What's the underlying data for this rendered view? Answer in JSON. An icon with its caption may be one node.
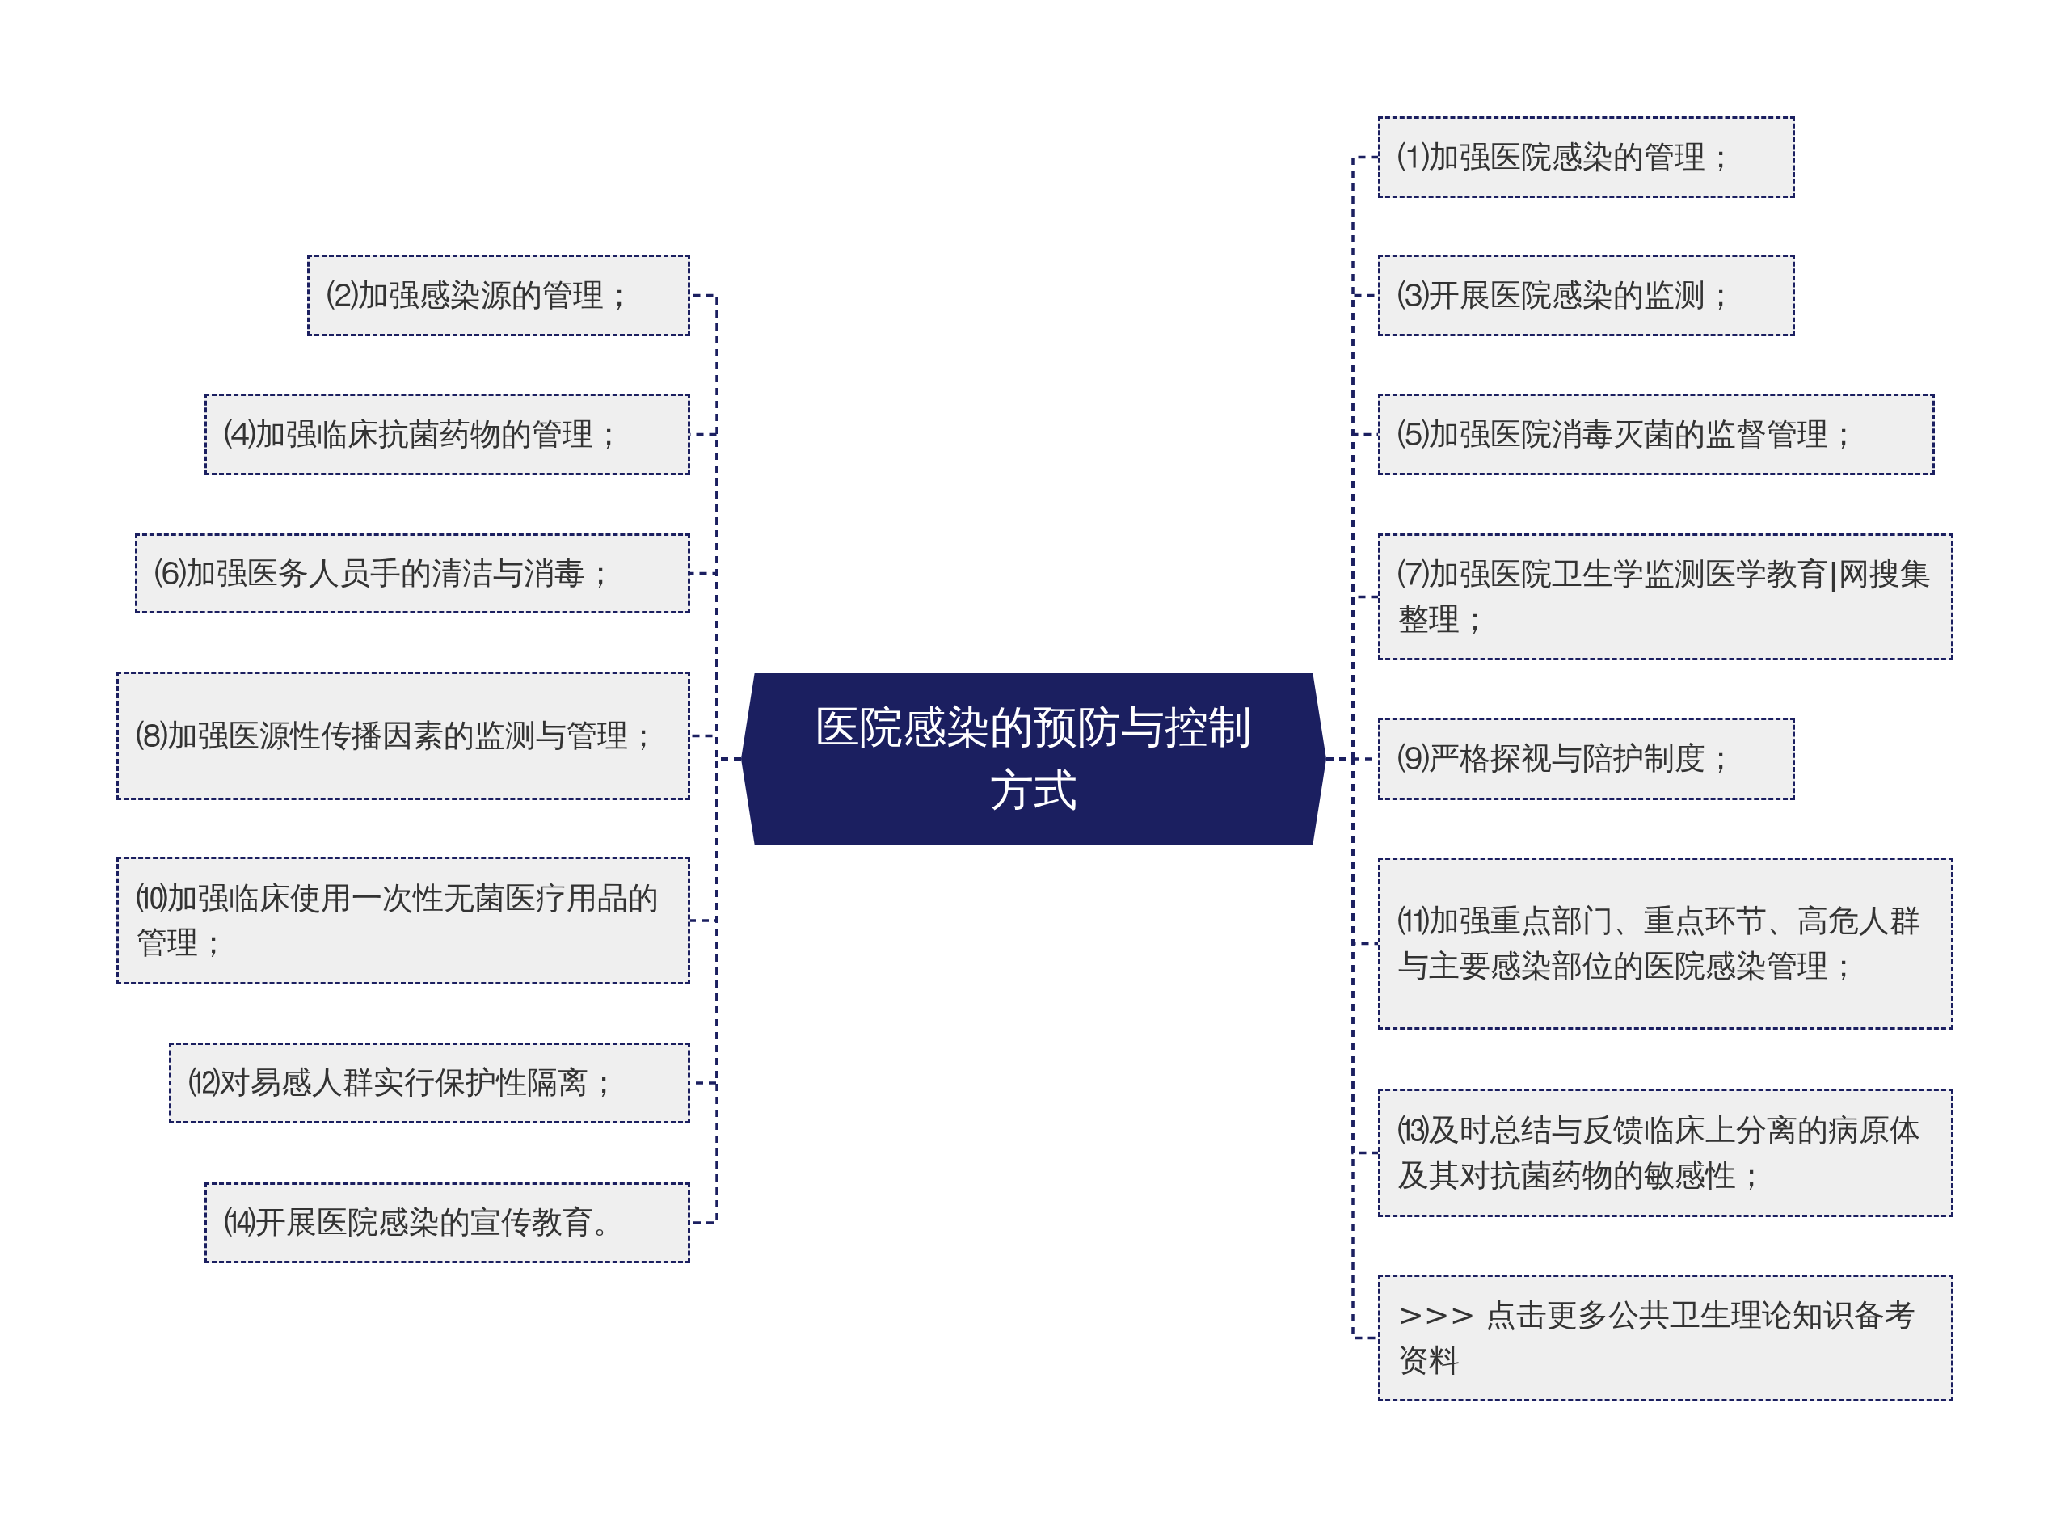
{
  "diagram": {
    "nodes": [
      {
        "text": [
          "医院感染的预防与控制方式"
        ]
      },
      {
        "text": [
          "⑴加强医院感染的管理；"
        ]
      },
      {
        "text": [
          "⑵加强感染源的管理；"
        ]
      },
      {
        "text": [
          "⑶开展医院感染的监测；"
        ]
      },
      {
        "text": [
          "⑷加强临床抗菌药物的管理；"
        ]
      },
      {
        "text": [
          "⑸加强医院消毒灭菌的监督管理；"
        ]
      },
      {
        "text": [
          "⑹加强医务人员手的清洁与消毒；"
        ]
      },
      {
        "text": [
          "⑺加强医院卫生学监测医学教育|网搜集整理；"
        ]
      },
      {
        "text": [
          "⑻加强医源性传播因素的监测与管理；"
        ]
      },
      {
        "text": [
          "⑼严格探视与陪护制度；"
        ]
      },
      {
        "text": [
          "⑽加强临床使用一次性无菌医疗用品的管理；"
        ]
      },
      {
        "text": [
          "⑾加强重点部门、重点环节、高危人群与主要感染部位的医院感染管理；"
        ]
      },
      {
        "text": [
          "⑿对易感人群实行保护性隔离；"
        ]
      },
      {
        "text": [
          "⒀及时总结与反馈临床上分离的病原体及其对抗菌药物的敏感性；"
        ]
      },
      {
        "text": [
          "⒁开展医院感染的宣传教育。"
        ]
      },
      {
        "text": [
          ">>> 点击更多公共卫生理论知识备考资料"
        ]
      }
    ],
    "edges": [
      {
        "from": 0,
        "to": 1,
        "arrow": "none"
      },
      {
        "from": 0,
        "to": 2,
        "arrow": "none"
      },
      {
        "from": 0,
        "to": 3,
        "arrow": "none"
      },
      {
        "from": 0,
        "to": 4,
        "arrow": "none"
      },
      {
        "from": 0,
        "to": 5,
        "arrow": "none"
      },
      {
        "from": 0,
        "to": 6,
        "arrow": "none"
      },
      {
        "from": 0,
        "to": 7,
        "arrow": "none"
      },
      {
        "from": 0,
        "to": 8,
        "arrow": "none"
      },
      {
        "from": 0,
        "to": 9,
        "arrow": "none"
      },
      {
        "from": 0,
        "to": 10,
        "arrow": "none"
      },
      {
        "from": 0,
        "to": 11,
        "arrow": "none"
      },
      {
        "from": 0,
        "to": 12,
        "arrow": "none"
      },
      {
        "from": 0,
        "to": 13,
        "arrow": "none"
      },
      {
        "from": 0,
        "to": 14,
        "arrow": "none"
      },
      {
        "from": 0,
        "to": 15,
        "arrow": "none"
      }
    ]
  }
}
